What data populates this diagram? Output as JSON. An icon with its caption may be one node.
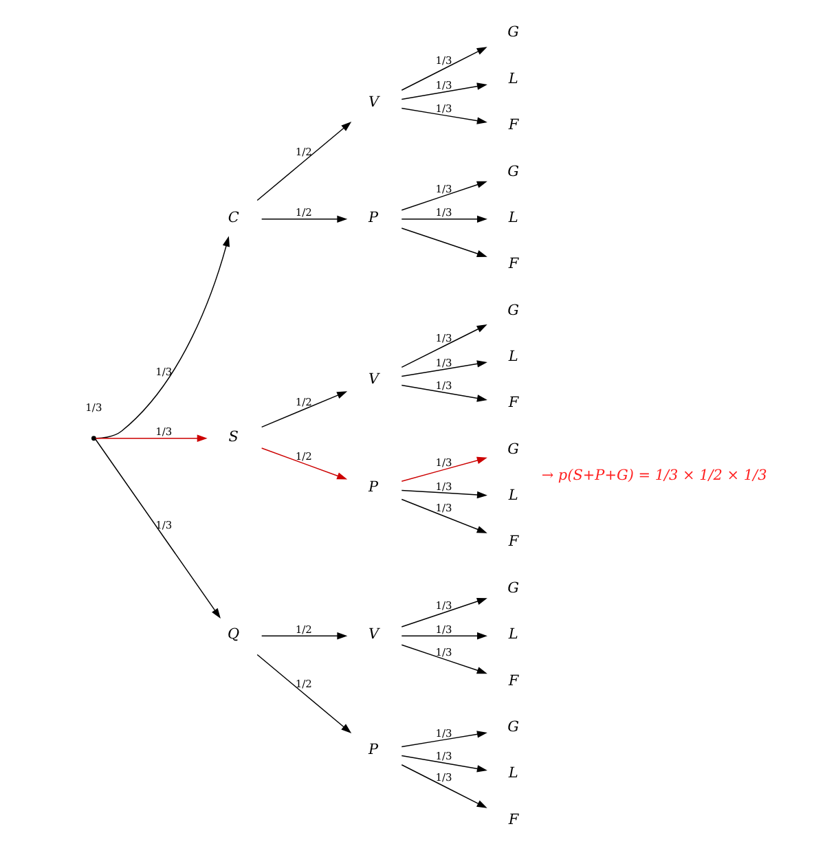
{
  "diagram": {
    "nodes": [
      {
        "text": [],
        "shape": "point"
      },
      {
        "text": [
          "C"
        ]
      },
      {
        "text": [
          "V"
        ]
      },
      {
        "text": [
          "G"
        ]
      },
      {
        "text": [
          "L"
        ]
      },
      {
        "text": [
          "F"
        ]
      },
      {
        "text": [
          "P"
        ]
      },
      {
        "text": [
          "G"
        ]
      },
      {
        "text": [
          "L"
        ]
      },
      {
        "text": [
          "F"
        ]
      },
      {
        "text": [
          "S"
        ]
      },
      {
        "text": [
          "V"
        ]
      },
      {
        "text": [
          "G"
        ]
      },
      {
        "text": [
          "L"
        ]
      },
      {
        "text": [
          "F"
        ]
      },
      {
        "text": [
          "P"
        ]
      },
      {
        "text": [
          "G"
        ],
        "beside": [
          "→ p(S+P+G) = 1/3 × 1/2 × 1/3"
        ]
      },
      {
        "text": [
          "L"
        ]
      },
      {
        "text": [
          "F"
        ]
      },
      {
        "text": [
          "Q"
        ]
      },
      {
        "text": [
          "V"
        ]
      },
      {
        "text": [
          "G"
        ]
      },
      {
        "text": [
          "L"
        ]
      },
      {
        "text": [
          "F"
        ]
      },
      {
        "text": [
          "P"
        ]
      },
      {
        "text": [
          "G"
        ]
      },
      {
        "text": [
          "L"
        ]
      },
      {
        "text": [
          "F"
        ]
      }
    ],
    "edges": [
      {
        "from": 0,
        "to": 1,
        "arrow": "to",
        "label": "1/3"
      },
      {
        "from": 0,
        "to": 10,
        "arrow": "to",
        "label": "1/3",
        "color": "#cc0000"
      },
      {
        "from": 0,
        "to": 19,
        "arrow": "to",
        "label": "1/3"
      },
      {
        "from": 1,
        "to": 2,
        "arrow": "to",
        "label": "1/2"
      },
      {
        "from": 1,
        "to": 6,
        "arrow": "to",
        "label": "1/2"
      },
      {
        "from": 2,
        "to": 3,
        "arrow": "to",
        "label": "1/3"
      },
      {
        "from": 2,
        "to": 4,
        "arrow": "to",
        "label": "1/3"
      },
      {
        "from": 2,
        "to": 5,
        "arrow": "to",
        "label": "1/3"
      },
      {
        "from": 6,
        "to": 7,
        "arrow": "to",
        "label": "1/3"
      },
      {
        "from": 6,
        "to": 8,
        "arrow": "to",
        "label": "1/3"
      },
      {
        "from": 6,
        "to": 9,
        "arrow": "to"
      },
      {
        "from": 10,
        "to": 11,
        "arrow": "to",
        "label": "1/2"
      },
      {
        "from": 10,
        "to": 15,
        "arrow": "to",
        "label": "1/2",
        "color": "#cc0000"
      },
      {
        "from": 11,
        "to": 12,
        "arrow": "to",
        "label": "1/3"
      },
      {
        "from": 11,
        "to": 13,
        "arrow": "to",
        "label": "1/3"
      },
      {
        "from": 11,
        "to": 14,
        "arrow": "to",
        "label": "1/3"
      },
      {
        "from": 15,
        "to": 16,
        "arrow": "to",
        "label": "1/3",
        "color": "#cc0000"
      },
      {
        "from": 15,
        "to": 17,
        "arrow": "to",
        "label": "1/3"
      },
      {
        "from": 15,
        "to": 18,
        "arrow": "to",
        "label": "1/3"
      },
      {
        "from": 19,
        "to": 20,
        "arrow": "to",
        "label": "1/2"
      },
      {
        "from": 19,
        "to": 24,
        "arrow": "to",
        "label": "1/2"
      },
      {
        "from": 20,
        "to": 21,
        "arrow": "to",
        "label": "1/3"
      },
      {
        "from": 20,
        "to": 22,
        "arrow": "to",
        "label": "1/3"
      },
      {
        "from": 20,
        "to": 23,
        "arrow": "to",
        "label": "1/3"
      },
      {
        "from": 24,
        "to": 25,
        "arrow": "to",
        "label": "1/3"
      },
      {
        "from": 24,
        "to": 26,
        "arrow": "to",
        "label": "1/3"
      },
      {
        "from": 24,
        "to": 27,
        "arrow": "to",
        "label": "1/3"
      }
    ],
    "labels": [
      "1/3"
    ]
  }
}
